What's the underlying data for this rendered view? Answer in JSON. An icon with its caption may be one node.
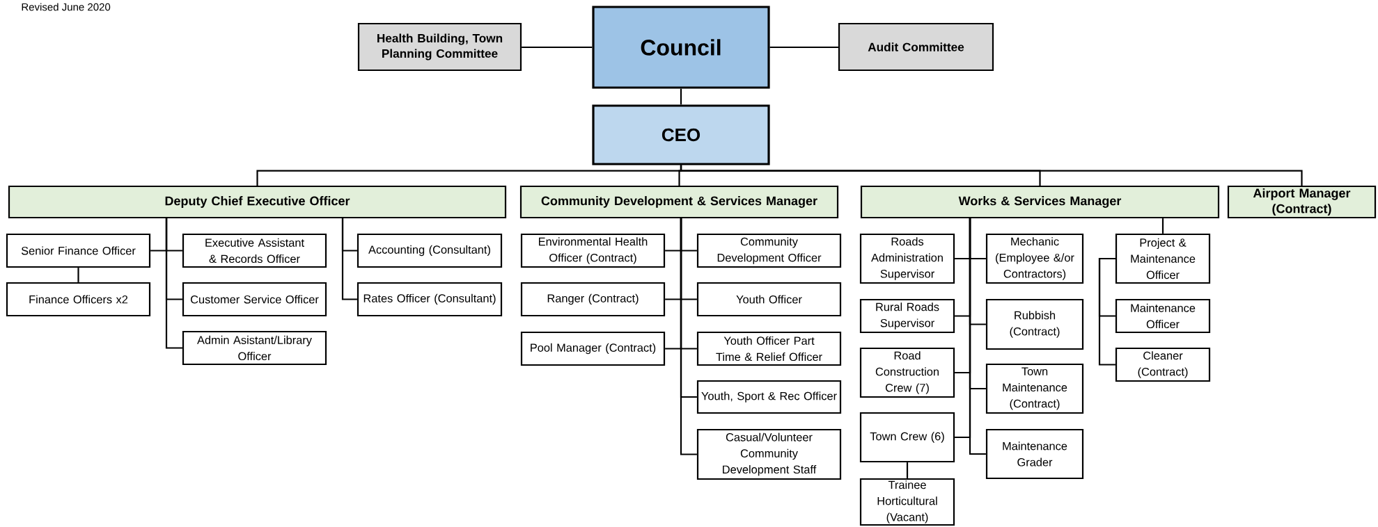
{
  "diagram": {
    "nodes": [
      {
        "text": [
          "Health Building, Town Planning Committee"
        ]
      },
      {
        "text": [
          "Council"
        ]
      },
      {
        "text": [
          "Audit Committee"
        ]
      },
      {
        "text": [
          "CEO"
        ]
      },
      {
        "text": [
          "Deputy Chief Executive Officer"
        ]
      },
      {
        "text": [
          "Community Development & Services Manager"
        ]
      },
      {
        "text": [
          "Works & Services Manager"
        ]
      },
      {
        "text": [
          "Airport Manager (Contract)"
        ]
      },
      {
        "text": [
          "Senior Finance Officer"
        ]
      },
      {
        "text": [
          "Executive Assistant & Records Officer"
        ]
      },
      {
        "text": [
          "Accounting (Consultant)"
        ]
      },
      {
        "text": [
          "Finance Officers x2"
        ]
      },
      {
        "text": [
          "Customer Service Officer"
        ]
      },
      {
        "text": [
          "Rates Officer (Consultant)"
        ]
      },
      {
        "text": [
          "Admin Asistant/Library Officer"
        ]
      },
      {
        "text": [
          "Environmental Health Officer (Contract)"
        ]
      },
      {
        "text": [
          "Community Development Officer"
        ]
      },
      {
        "text": [
          "Ranger (Contract)"
        ]
      },
      {
        "text": [
          "Youth Officer"
        ]
      },
      {
        "text": [
          "Pool Manager (Contract)"
        ]
      },
      {
        "text": [
          "Youth Officer Part Time & Relief Officer"
        ]
      },
      {
        "text": [
          "Youth, Sport & Rec Officer"
        ]
      },
      {
        "text": [
          "Casual/Volunteer Community Development Staff"
        ]
      },
      {
        "text": [
          "Roads Administration Supervisor"
        ]
      },
      {
        "text": [
          "Mechanic (Employee &/or Contractors)"
        ]
      },
      {
        "text": [
          "Project & Maintenance Officer"
        ]
      },
      {
        "text": [
          "Rural Roads Supervisor"
        ]
      },
      {
        "text": [
          "Rubbish (Contract)"
        ]
      },
      {
        "text": [
          "Maintenance Officer"
        ]
      },
      {
        "text": [
          "Road Construction Crew (7)"
        ]
      },
      {
        "text": [
          "Town Maintenance (Contract)"
        ]
      },
      {
        "text": [
          "Cleaner (Contract)"
        ]
      },
      {
        "text": [
          "Town Crew (6)"
        ]
      },
      {
        "text": [
          "Maintenance Grader"
        ]
      },
      {
        "text": [
          "Trainee Horticultural (Vacant)"
        ]
      }
    ],
    "edges": [
      {
        "from": 1,
        "to": 0,
        "arrow": "none"
      },
      {
        "from": 1,
        "to": 2,
        "arrow": "none"
      },
      {
        "from": 1,
        "to": 3,
        "arrow": "none"
      },
      {
        "from": 3,
        "to": 4,
        "arrow": "none"
      },
      {
        "from": 3,
        "to": 5,
        "arrow": "none"
      },
      {
        "from": 3,
        "to": 6,
        "arrow": "none"
      },
      {
        "from": 3,
        "to": 7,
        "arrow": "none"
      },
      {
        "from": 4,
        "to": 8,
        "arrow": "none"
      },
      {
        "from": 4,
        "to": 9,
        "arrow": "none"
      },
      {
        "from": 4,
        "to": 12,
        "arrow": "none"
      },
      {
        "from": 4,
        "to": 14,
        "arrow": "none"
      },
      {
        "from": 4,
        "to": 10,
        "arrow": "none"
      },
      {
        "from": 4,
        "to": 13,
        "arrow": "none"
      },
      {
        "from": 8,
        "to": 11,
        "arrow": "none"
      },
      {
        "from": 5,
        "to": 15,
        "arrow": "none"
      },
      {
        "from": 5,
        "to": 16,
        "arrow": "none"
      },
      {
        "from": 5,
        "to": 17,
        "arrow": "none"
      },
      {
        "from": 5,
        "to": 18,
        "arrow": "none"
      },
      {
        "from": 5,
        "to": 19,
        "arrow": "none"
      },
      {
        "from": 5,
        "to": 20,
        "arrow": "none"
      },
      {
        "from": 5,
        "to": 21,
        "arrow": "none"
      },
      {
        "from": 5,
        "to": 22,
        "arrow": "none"
      },
      {
        "from": 6,
        "to": 23,
        "arrow": "none"
      },
      {
        "from": 6,
        "to": 24,
        "arrow": "none"
      },
      {
        "from": 6,
        "to": 26,
        "arrow": "none"
      },
      {
        "from": 6,
        "to": 27,
        "arrow": "none"
      },
      {
        "from": 6,
        "to": 29,
        "arrow": "none"
      },
      {
        "from": 6,
        "to": 30,
        "arrow": "none"
      },
      {
        "from": 6,
        "to": 32,
        "arrow": "none"
      },
      {
        "from": 6,
        "to": 33,
        "arrow": "none"
      },
      {
        "from": 6,
        "to": 25,
        "arrow": "none"
      },
      {
        "from": 25,
        "to": 28,
        "arrow": "none"
      },
      {
        "from": 25,
        "to": 31,
        "arrow": "none"
      },
      {
        "from": 32,
        "to": 34,
        "arrow": "none"
      }
    ],
    "labels": [
      "Revised June 2020"
    ]
  }
}
